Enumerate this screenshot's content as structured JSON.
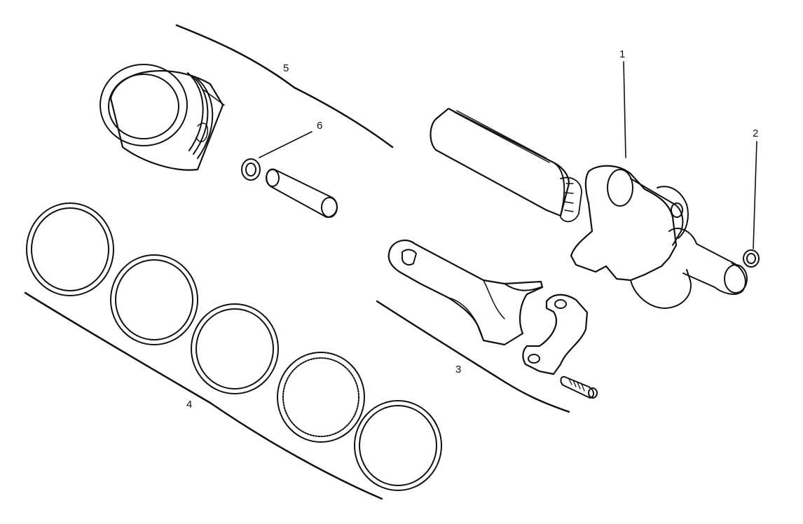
{
  "diagram": {
    "callouts": [
      {
        "id": "1",
        "part": "crankshaft"
      },
      {
        "id": "2",
        "part": "crankshaft-bushing"
      },
      {
        "id": "3",
        "part": "connecting-rod"
      },
      {
        "id": "4",
        "part": "piston-rings"
      },
      {
        "id": "5",
        "part": "piston"
      },
      {
        "id": "6",
        "part": "piston-pin-and-circlip"
      }
    ],
    "colors": {
      "line": "#111111",
      "background": "#ffffff"
    }
  }
}
